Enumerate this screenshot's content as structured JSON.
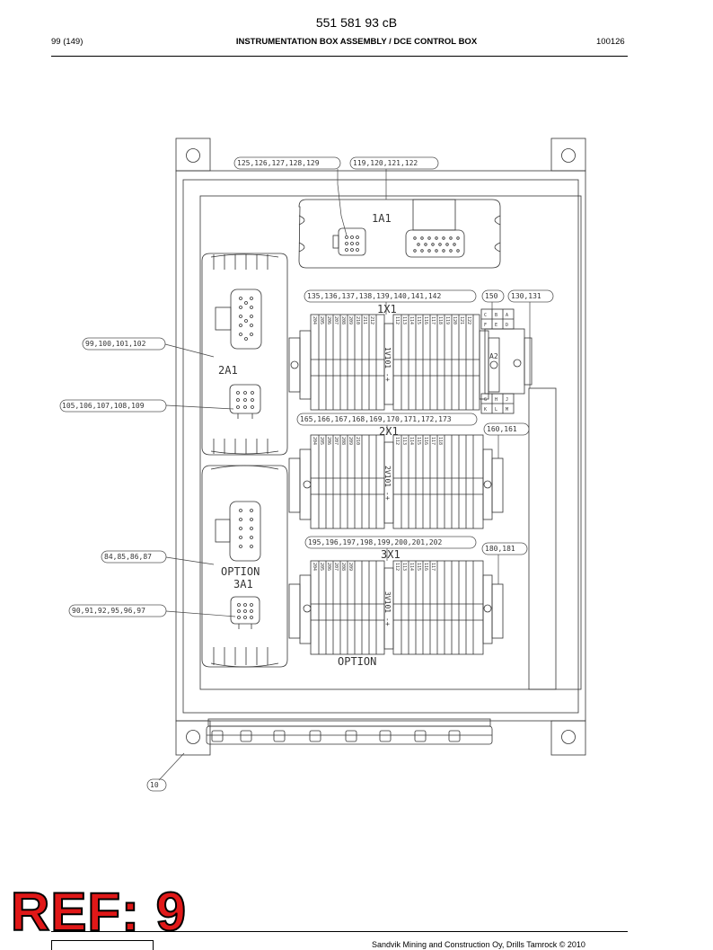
{
  "header": {
    "doc_number": "551 581 93 cB",
    "page": "99 (149)",
    "title": "INSTRUMENTATION BOX ASSEMBLY / DCE CONTROL BOX",
    "code": "100126"
  },
  "callouts": {
    "c125": "125,126,127,128,129",
    "c119": "119,120,121,122",
    "c135": "135,136,137,138,139,140,141,142",
    "c150": "150",
    "c130": "130,131",
    "c99": "99,100,101,102",
    "c105": "105,106,107,108,109",
    "c165": "165,166,167,168,169,170,171,172,173",
    "c160": "160,161",
    "c195": "195,196,197,198,199,200,201,202",
    "c180": "180,181",
    "c84": "84,85,86,87",
    "c90": "90,91,92,95,96,97",
    "c10": "10"
  },
  "modules": {
    "m1a1": "1A1",
    "m2a1": "2A1",
    "option1": "OPTION",
    "m3a1": "3A1",
    "a2": "A2",
    "x1": "1X1",
    "x2": "2X1",
    "x3": "3X1",
    "option2": "OPTION",
    "xv1": "1V101 -+",
    "xv2": "2V101 -+",
    "xv3": "3V101 -+"
  },
  "a2_letters_top": [
    "C",
    "B",
    "A",
    "F",
    "E",
    "D"
  ],
  "a2_letters_bottom": [
    "G",
    "H",
    "J",
    "K",
    "L",
    "M"
  ],
  "footer": {
    "ref": "REF: 9",
    "copyright": "Sandvik Mining and Construction Oy, Drills Tamrock © 2010"
  }
}
